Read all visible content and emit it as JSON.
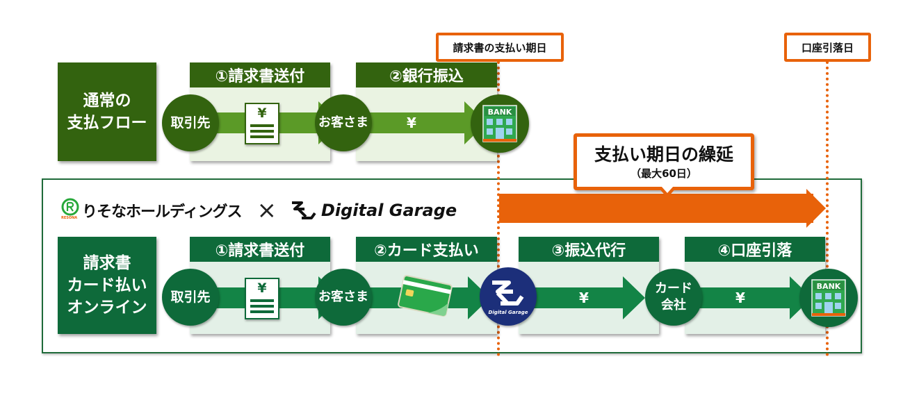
{
  "markers": {
    "invoice_due_date": "請求書の支払い期日",
    "account_debit_date": "口座引落日"
  },
  "normal_flow": {
    "label_line1": "通常の",
    "label_line2": "支払フロー",
    "steps": [
      {
        "title": "①請求書送付"
      },
      {
        "title": "②銀行振込"
      }
    ],
    "nodes": {
      "supplier": "取引先",
      "customer": "お客さま",
      "bank": "BANK"
    },
    "transfer_symbol": "¥",
    "invoice_symbol": "¥"
  },
  "callout": {
    "title": "支払い期日の繰延",
    "subtitle": "（最大60日）"
  },
  "partnership": {
    "resona_name": "りそなホールディングス",
    "resona_sub": "RESONA",
    "times": "×",
    "dg_name": "Digital Garage"
  },
  "card_flow": {
    "label_line1": "請求書",
    "label_line2": "カード払い",
    "label_line3": "オンライン",
    "steps": [
      {
        "title": "①請求書送付"
      },
      {
        "title": "②カード支払い"
      },
      {
        "title": "③振込代行"
      },
      {
        "title": "④口座引落"
      }
    ],
    "nodes": {
      "supplier": "取引先",
      "customer": "お客さま",
      "dg_logo_text": "Digital Garage",
      "card_company_line1": "カード",
      "card_company_line2": "会社",
      "bank": "BANK"
    },
    "transfer_symbol": "¥",
    "invoice_symbol": "¥"
  },
  "colors": {
    "normal_green": "#33630f",
    "card_green": "#0e6a3a",
    "accent_orange": "#e8620a",
    "dg_navy": "#1c2f7a"
  }
}
